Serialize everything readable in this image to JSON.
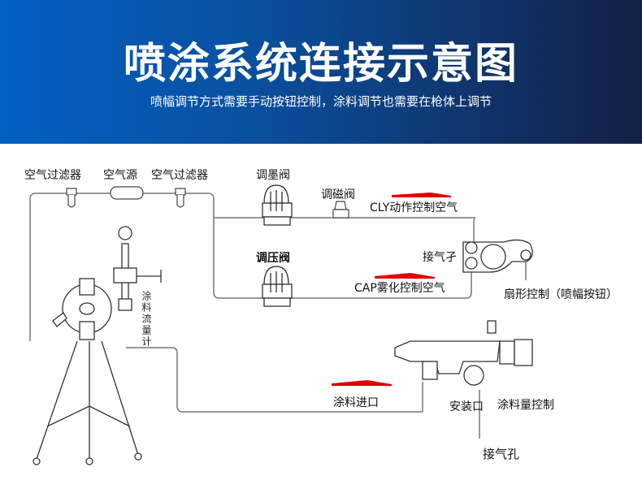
{
  "header": {
    "title": "喷涂系统连接示意图",
    "subtitle": "喷幅调节方式需要手动按钮控制，涂料调节也需要在枪体上调节"
  },
  "labels": {
    "air_filter_left": "空气过滤器",
    "air_source": "空气源",
    "air_filter_right": "空气过滤器",
    "ink_valve": "调墨阀",
    "solenoid_valve": "调磁阀",
    "pressure_valve": "调压阀",
    "cly_air": "CLY动作控制空气",
    "cap_air": "CAP雾化控制空气",
    "air_port_top": "接气孑",
    "fan_control": "扇形控制（喷幅按钮）",
    "flow_meter": "涂料流量计",
    "paint_inlet": "涂料进口",
    "mount_port": "安装口",
    "paint_control": "涂料量控制",
    "air_port_bottom": "接气孔"
  },
  "colors": {
    "arrow": "#e00000",
    "line": "#777777"
  }
}
